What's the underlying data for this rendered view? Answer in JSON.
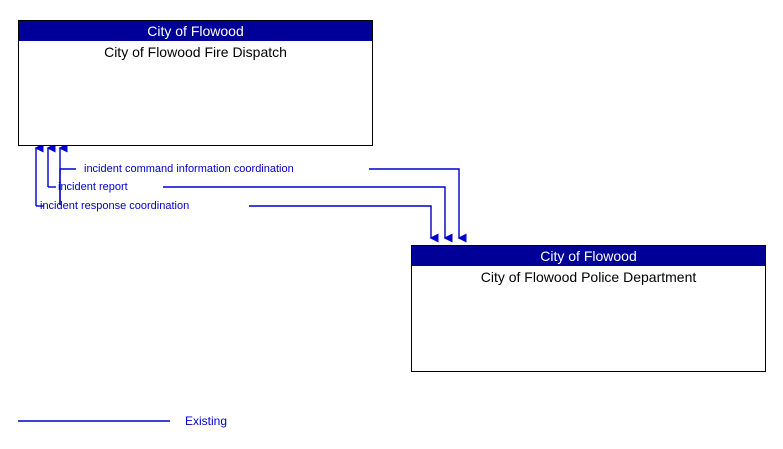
{
  "diagram": {
    "title": "City of Flowood interface diagram",
    "accent_color": "#000099",
    "line_color": "#0000cc",
    "border_color": "#000000",
    "nodes": [
      {
        "id": "fire-dispatch",
        "header": "City of Flowood",
        "body": "City of Flowood Fire Dispatch"
      },
      {
        "id": "police-department",
        "header": "City of Flowood",
        "body": "City of Flowood Police Department"
      }
    ],
    "flows": [
      {
        "id": "flow-1",
        "label": "incident command information coordination"
      },
      {
        "id": "flow-2",
        "label": "incident report"
      },
      {
        "id": "flow-3",
        "label": "incident response coordination"
      }
    ],
    "legend": [
      {
        "id": "legend-existing",
        "label": "Existing",
        "style": "solid"
      }
    ]
  }
}
